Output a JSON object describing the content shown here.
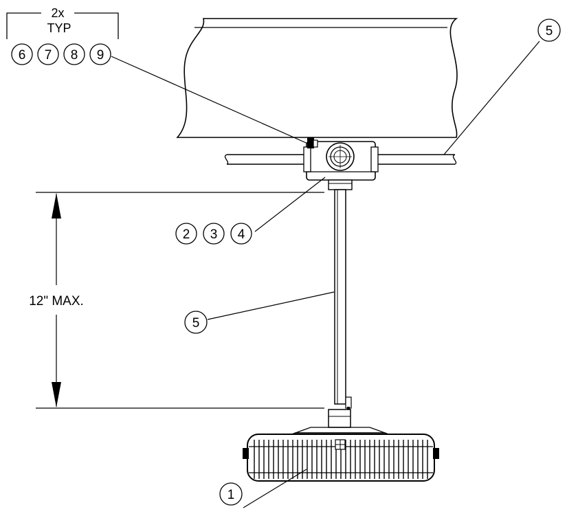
{
  "note": {
    "count": "2x",
    "typ": "TYP"
  },
  "balloons": {
    "top_group": [
      "6",
      "7",
      "8",
      "9"
    ],
    "mount_group": [
      "2",
      "3",
      "4"
    ],
    "conduit_top": "5",
    "stem": "5",
    "fixture": "1"
  },
  "dimension": {
    "label": "12\" MAX."
  },
  "colors": {
    "line": "#000000",
    "background": "#ffffff"
  }
}
